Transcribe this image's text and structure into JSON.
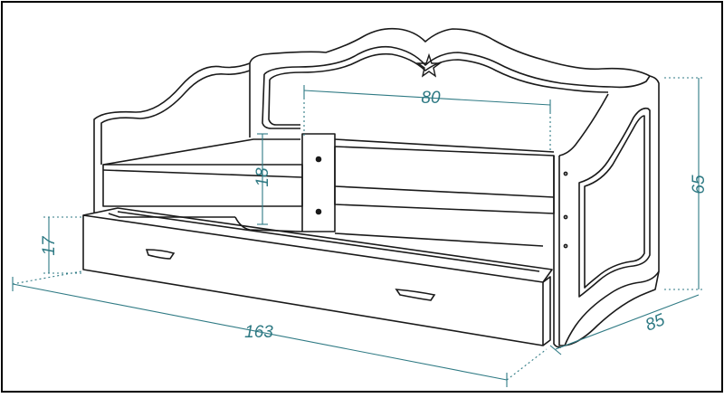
{
  "dimensions": {
    "width": "80",
    "height": "65",
    "depth": "85",
    "length": "163",
    "drawer_height": "17",
    "mattress_height": "18"
  },
  "colors": {
    "line": "#1a1a1a",
    "dimension": "#2f7a84",
    "frame": "#000000",
    "background": "#ffffff"
  },
  "icons": [
    "star-icon",
    "drawer-handle-icon"
  ]
}
